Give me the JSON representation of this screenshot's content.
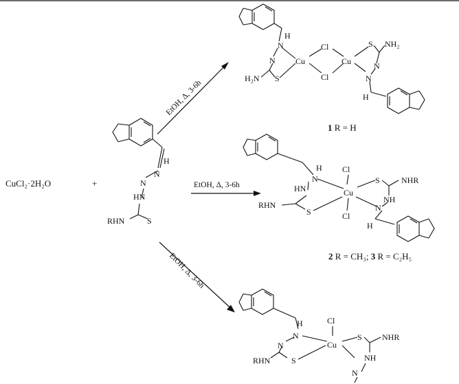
{
  "reactants": {
    "copper_salt": "CuCl₂·2H₂O",
    "plus": "+"
  },
  "conditions": {
    "top": "EtOH, Δ, 3-6h",
    "middle": "EtOH, Δ, 3-6h",
    "bottom": "EtOH, Δ, 3-6h"
  },
  "ligand_atoms": {
    "h": "H",
    "n1": "N",
    "n2": "N",
    "hn": "HN",
    "rhn": "RHN",
    "s": "S"
  },
  "product1": {
    "label_num": "1",
    "label_rest": " R = H",
    "atoms": {
      "cu1": "Cu",
      "cu2": "Cu",
      "cl1": "Cl",
      "cl2": "Cl",
      "n_a": "N",
      "n_b": "N",
      "h_a": "H",
      "s_a": "S",
      "h2n": "H₂N",
      "s_b": "S",
      "nh2": "NH₂",
      "n_c": "N",
      "n_d": "N",
      "h_b": "H"
    }
  },
  "product23": {
    "label_num_a": "2",
    "label_mid": "  R = CH₃; ",
    "label_num_b": "3",
    "label_rest": " R = C₂H₅",
    "atoms": {
      "cu": "Cu",
      "cl_top": "Cl",
      "cl_bot": "Cl",
      "n_a": "N",
      "hn": "HN",
      "rhn": "RHN",
      "s_a": "S",
      "s_b": "S",
      "nhr": "NHR",
      "nh": "NH",
      "n_b": "N",
      "h": "H"
    }
  },
  "product_bottom": {
    "atoms": {
      "cu": "Cu",
      "cl": "Cl",
      "h": "H",
      "n_a": "N",
      "n_b": "N",
      "rhn": "RHN",
      "s_a": "S",
      "s_b": "S",
      "nhr": "NHR",
      "nh": "NH",
      "n_c": "N"
    }
  }
}
